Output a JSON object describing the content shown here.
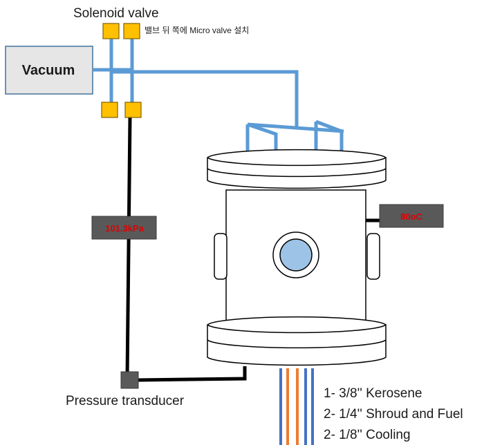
{
  "labels": {
    "solenoid_valve": "Solenoid valve",
    "micro_valve_note": "밸브 뒤 쪽에 Micro valve 설치",
    "vacuum": "Vacuum",
    "pressure_reading": "101.3kPa",
    "temperature_reading": "80oC",
    "pressure_transducer": "Pressure transducer"
  },
  "lines_legend": [
    "1- 3/8'' Kerosene",
    "2- 1/4'' Shroud and Fuel",
    "2- 1/8'' Cooling"
  ],
  "colors": {
    "pipe_blue": "#5b9bd5",
    "valve_yellow": "#ffc000",
    "gauge_bg": "#595959",
    "gauge_text": "#e00000",
    "vacuum_fill": "#e7e6e6",
    "vacuum_border": "#41719c",
    "line_orange": "#ed7d31",
    "line_blue": "#4472c4",
    "window_blue": "#9dc3e6"
  }
}
